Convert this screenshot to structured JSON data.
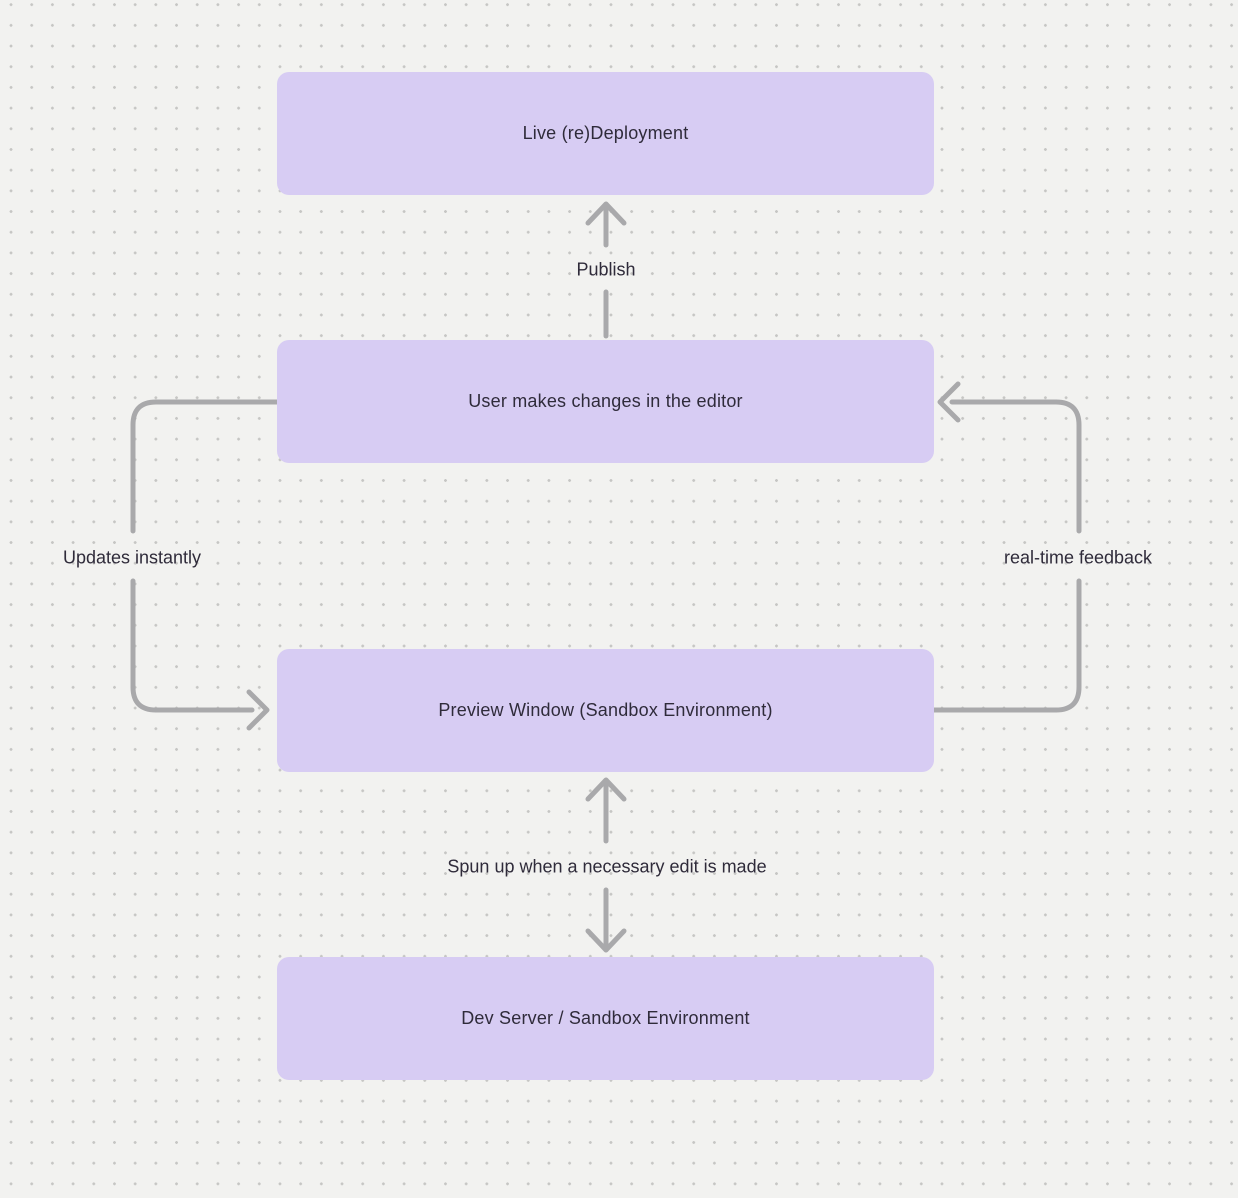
{
  "nodes": {
    "live_deployment": {
      "label": "Live (re)Deployment"
    },
    "editor": {
      "label": "User makes changes in the editor"
    },
    "preview": {
      "label": "Preview Window (Sandbox Environment)"
    },
    "dev_server": {
      "label": "Dev Server / Sandbox Environment"
    }
  },
  "edges": {
    "publish": {
      "label": "Publish",
      "from": "editor",
      "to": "live_deployment",
      "direction": "up"
    },
    "updates_instantly": {
      "label": "Updates instantly",
      "from": "editor",
      "to": "preview",
      "direction": "down-left-loop"
    },
    "real_time_feedback": {
      "label": "real-time feedback",
      "from": "preview",
      "to": "editor",
      "direction": "up-right-loop"
    },
    "spun_up": {
      "label": "Spun up when a necessary edit is made",
      "from": "preview",
      "to": "dev_server",
      "direction": "both"
    }
  },
  "colors": {
    "background": "#f2f2f0",
    "dot": "#c6c6c4",
    "node_fill": "#d7ccf3",
    "arrow": "#a9a9ab",
    "text": "#2f2b3a"
  }
}
